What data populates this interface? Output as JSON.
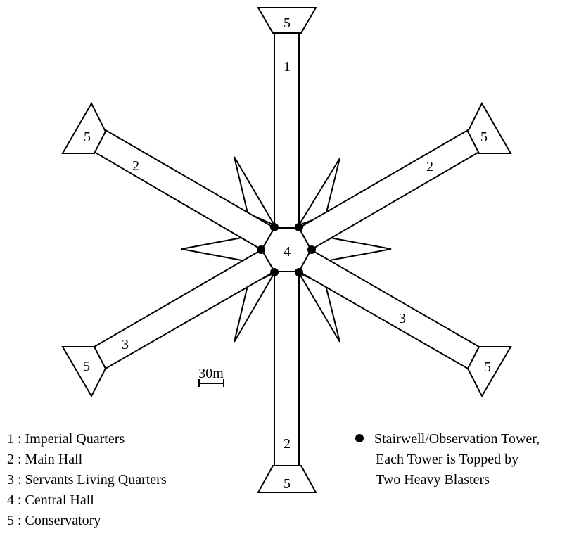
{
  "scale_bar": {
    "label": "30m"
  },
  "wings": {
    "top": {
      "wing_label": "1",
      "end_label": "5"
    },
    "upper_left": {
      "wing_label": "2",
      "end_label": "5"
    },
    "upper_right": {
      "wing_label": "2",
      "end_label": "5"
    },
    "lower_left": {
      "wing_label": "3",
      "end_label": "5"
    },
    "lower_right": {
      "wing_label": "3",
      "end_label": "5"
    },
    "bottom": {
      "wing_label": "2",
      "end_label": "5"
    }
  },
  "center": {
    "label": "4"
  },
  "legend": {
    "items": [
      {
        "text": "1 : Imperial Quarters"
      },
      {
        "text": "2 : Main Hall"
      },
      {
        "text": "3 : Servants Living Quarters"
      },
      {
        "text": "4 : Central Hall"
      },
      {
        "text": "5 : Conservatory"
      }
    ],
    "tower_note": {
      "line1": "Stairwell/Observation Tower,",
      "line2": "Each Tower is Topped by",
      "line3": "Two Heavy Blasters"
    }
  }
}
